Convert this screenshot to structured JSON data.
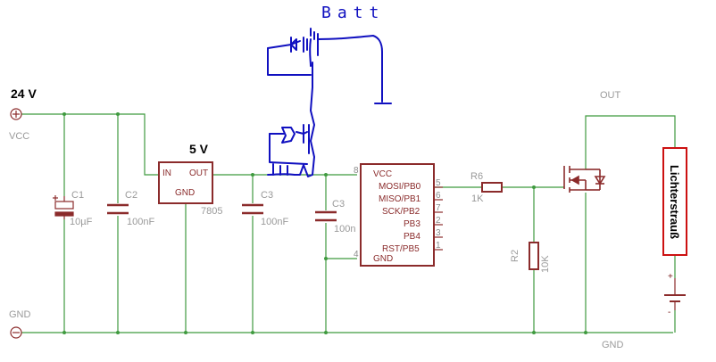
{
  "supply": {
    "voltage_label": "24 V",
    "vcc_label": "VCC",
    "gnd_label": "GND"
  },
  "regulator": {
    "output_voltage_label": "5 V",
    "in_label": "IN",
    "out_label": "OUT",
    "gnd_label": "GND",
    "part": "7805"
  },
  "components": {
    "c1_name": "C1",
    "c1_value": "10µF",
    "c2_name": "C2",
    "c2_value": "100nF",
    "c3_name": "C3",
    "c3_value": "100nF",
    "c3b_name": "C3",
    "c3b_value": "100n",
    "r6_name": "R6",
    "r6_value": "1K",
    "r2_name": "R2",
    "r2_value": "10K"
  },
  "mcu": {
    "pins_left": [
      {
        "num": "8",
        "label": "VCC"
      },
      {
        "num": "4",
        "label": "GND"
      }
    ],
    "pins_right": [
      {
        "num": "5",
        "label": "MOSI/PB0"
      },
      {
        "num": "6",
        "label": "MISO/PB1"
      },
      {
        "num": "7",
        "label": "SCK/PB2"
      },
      {
        "num": "2",
        "label": "PB3"
      },
      {
        "num": "3",
        "label": "PB4"
      },
      {
        "num": "1",
        "label": "RST/PB5"
      }
    ]
  },
  "load": {
    "out_label": "OUT",
    "gnd_label": "GND",
    "load_name": "Lichterstrauß"
  },
  "annotation": {
    "handwritten_text": "Batt"
  },
  "colors": {
    "wire": "#3f9a3f",
    "part": "#8b2b2b",
    "handwriting": "#1010c0",
    "load_border": "#cc1111"
  }
}
